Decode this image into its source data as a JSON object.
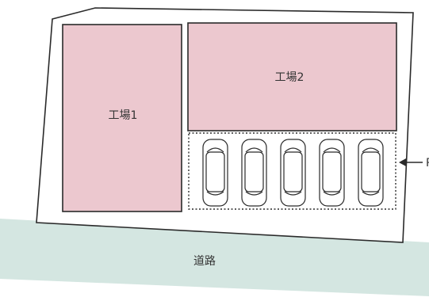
{
  "factory1": {
    "label": "工場1"
  },
  "factory2": {
    "label": "工場2"
  },
  "road": {
    "label": "道路"
  },
  "parking": {
    "stall_count": 5,
    "marker": "P"
  },
  "colors": {
    "factory_fill": "#ecc8cf",
    "road_fill": "#d4e6e1",
    "outline": "#2a2a2a",
    "background": "#ffffff"
  }
}
